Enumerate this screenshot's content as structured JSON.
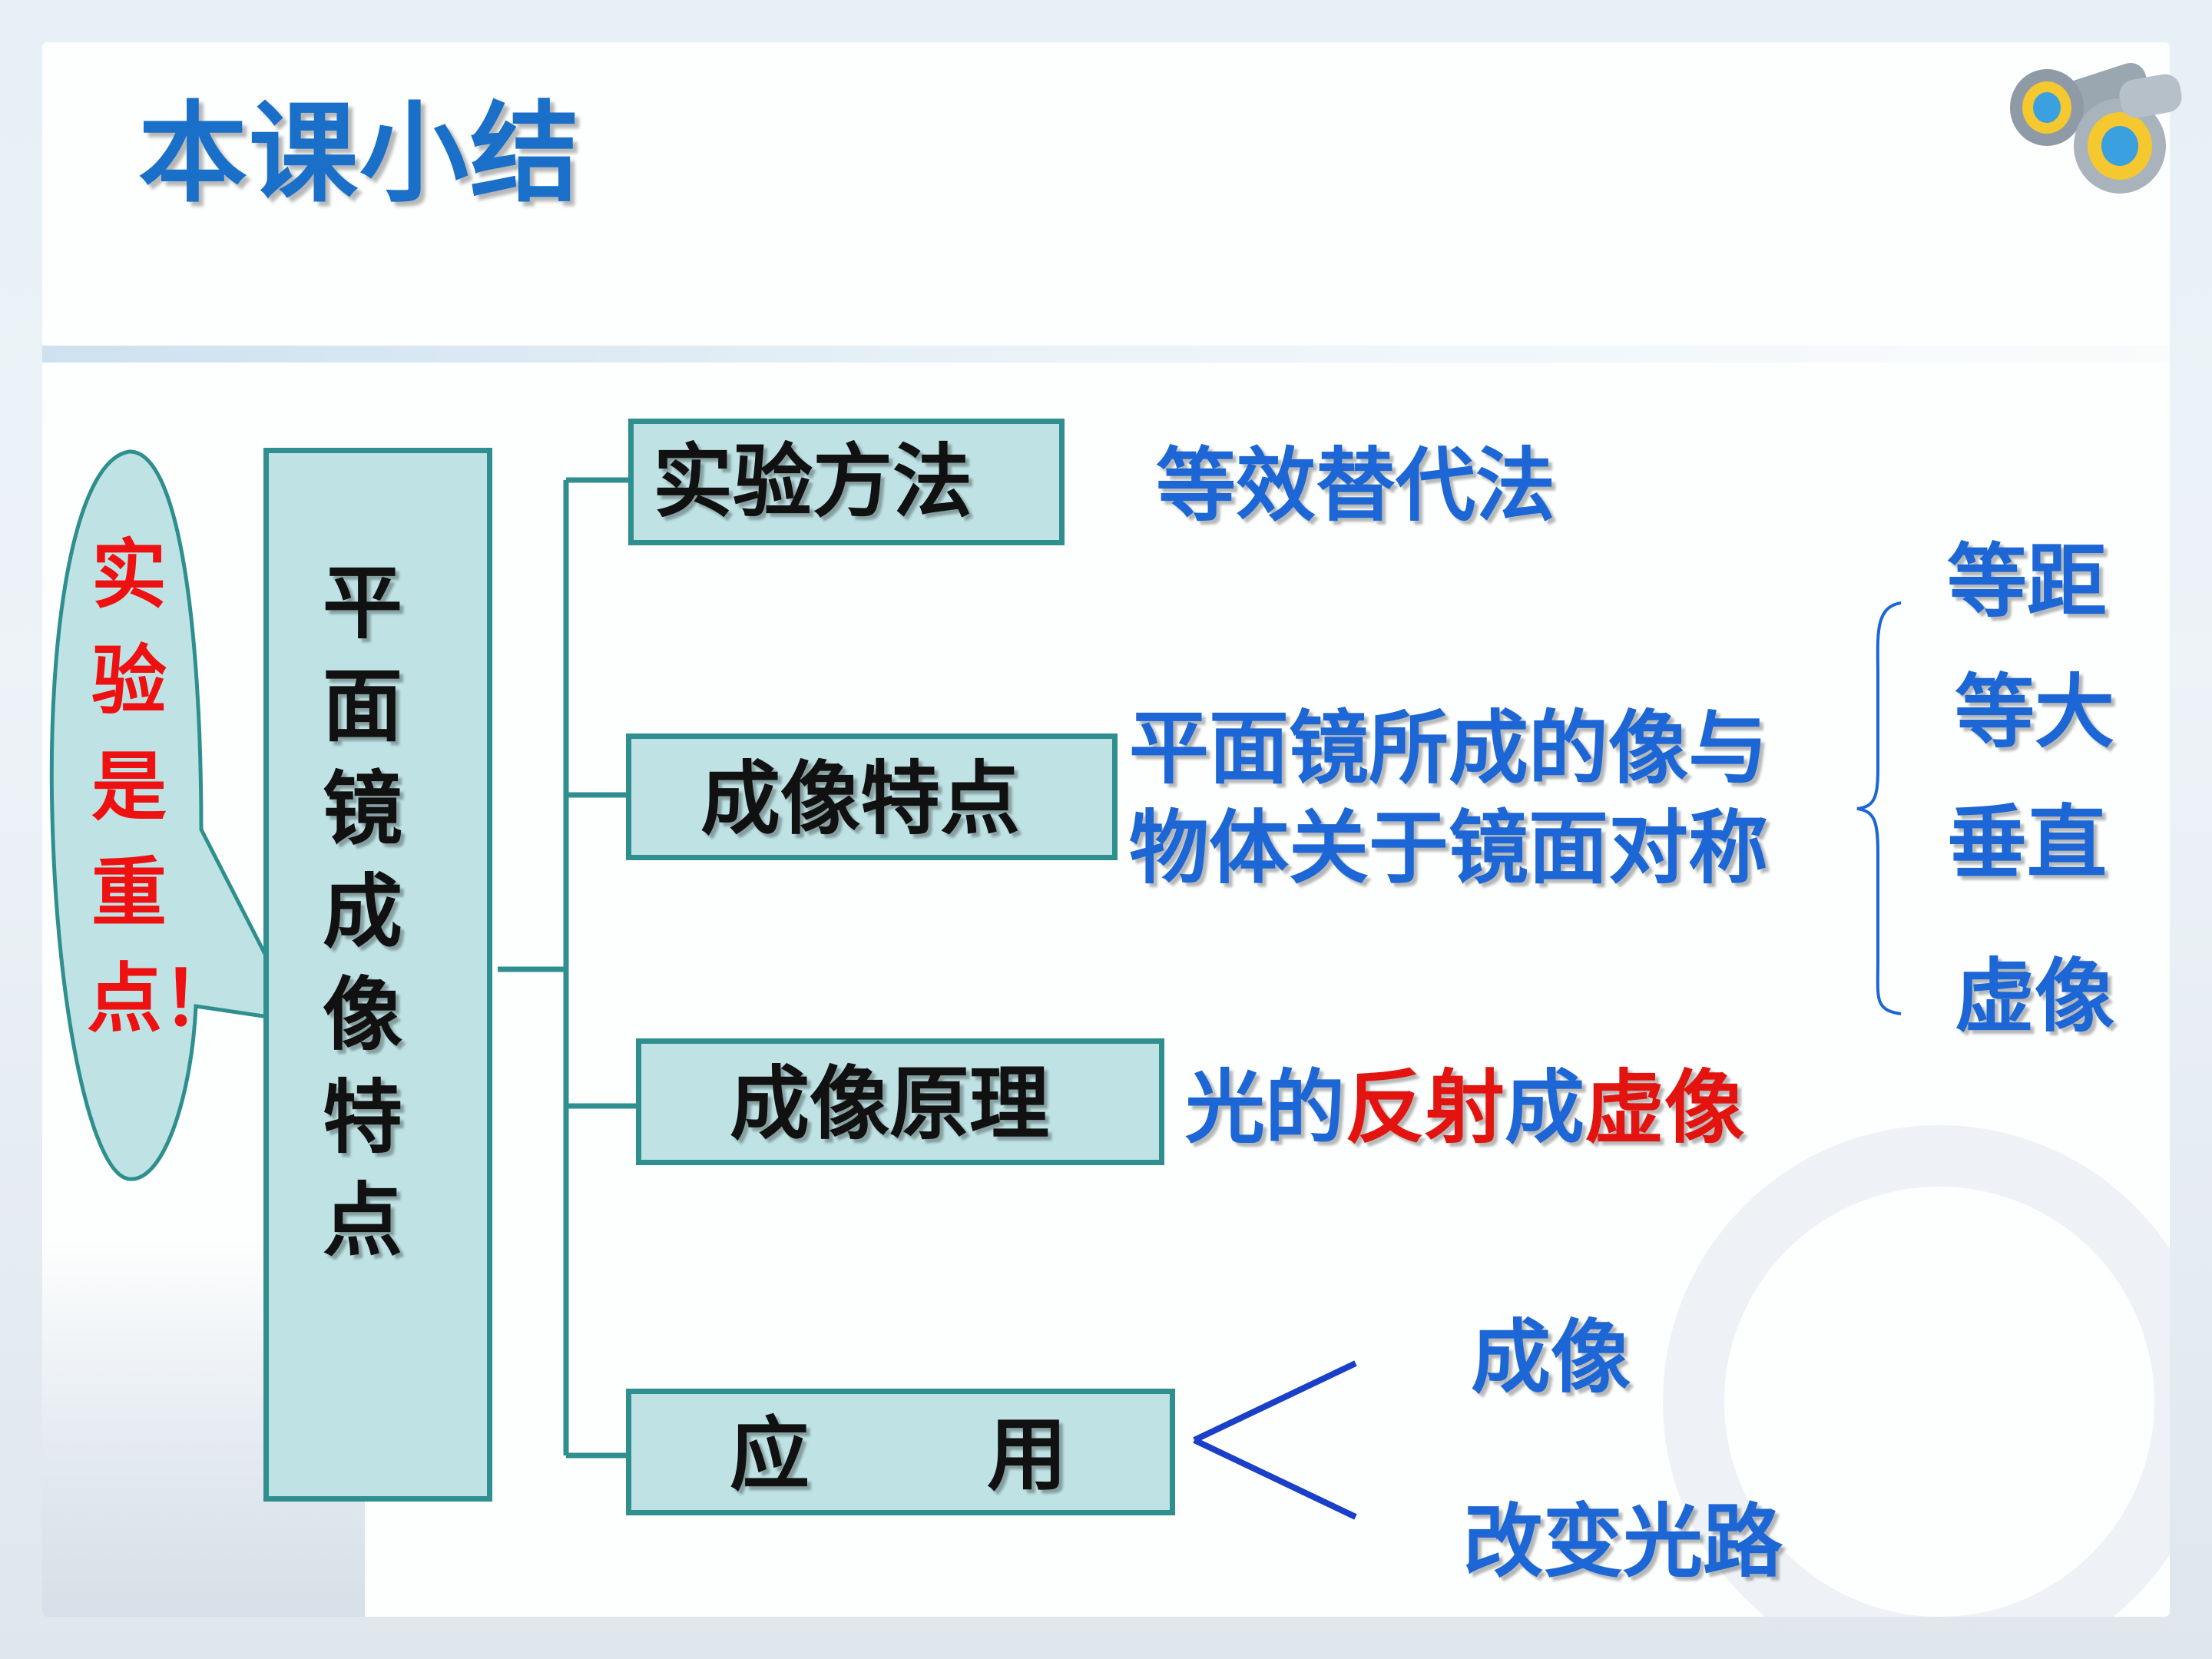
{
  "title": "本课小结",
  "callout": "实验是重点！",
  "main_box": "平面镜成像特点",
  "branches": {
    "method": {
      "label": "实验方法",
      "detail": "等效替代法"
    },
    "features": {
      "label": "成像特点",
      "detail_line1": "平面镜所成的像与",
      "detail_line2": "物体关于镜面对称",
      "points": [
        "等距",
        "等大",
        "垂直",
        "虚像"
      ]
    },
    "principle": {
      "label": "成像原理",
      "detail_part1": "光的",
      "detail_part2": "反射",
      "detail_part3": "成",
      "detail_part4": "虚像"
    },
    "application": {
      "label_left": "应",
      "label_right": "用",
      "items": [
        "成像",
        "改变光路"
      ]
    }
  },
  "colors": {
    "title_blue": "#1a6fc8",
    "text_blue": "#1c66d6",
    "accent_red": "#e3140f",
    "box_fill": "#bfe3e5",
    "box_border": "#2f8f8f",
    "connector": "#2f8f8f"
  },
  "icons": {
    "binoculars": "binoculars-icon"
  }
}
